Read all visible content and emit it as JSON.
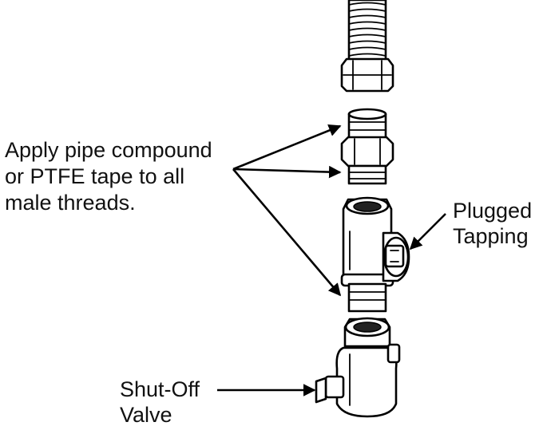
{
  "labels": {
    "apply": [
      "Apply pipe compound",
      "or PTFE tape to all",
      "male threads."
    ],
    "plugged": [
      "Plugged",
      "Tapping"
    ],
    "valve": [
      "Shut-Off",
      "Valve"
    ]
  },
  "colors": {
    "ink": "#000000",
    "background": "#ffffff"
  }
}
